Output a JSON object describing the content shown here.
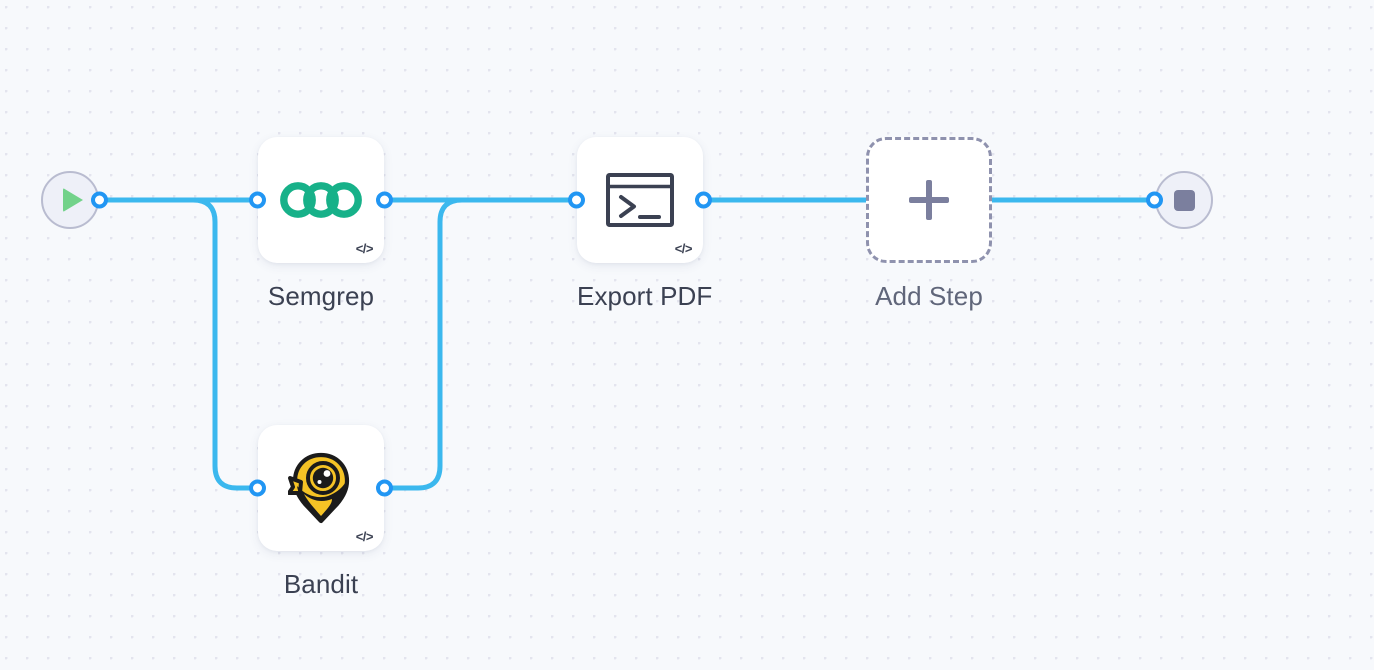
{
  "canvas": {
    "background_color": "#f7f9fc",
    "dot_color": "#e3e4ee",
    "edge_color": "#3bb8ee",
    "port_color": "#2196f3"
  },
  "start_node": {
    "name": "start",
    "icon": "play-icon",
    "icon_color": "#72d28a",
    "fill": "#eef0f8",
    "border": "#b9bcd0"
  },
  "end_node": {
    "name": "end",
    "icon": "stop-icon",
    "icon_color": "#7b7f9e",
    "fill": "#eef0f8",
    "border": "#b9bcd0"
  },
  "steps": [
    {
      "id": "semgrep",
      "label": "Semgrep",
      "icon": "semgrep-logo-icon",
      "icon_color": "#17b189",
      "badge": "</>",
      "badge_icon": "code-badge-icon",
      "has_input_port": true,
      "has_output_port": true
    },
    {
      "id": "bandit",
      "label": "Bandit",
      "icon": "bandit-logo-icon",
      "icon_color": "#f5c325",
      "badge": "</>",
      "badge_icon": "code-badge-icon",
      "has_input_port": true,
      "has_output_port": true
    },
    {
      "id": "export-pdf",
      "label": "Export PDF",
      "icon": "terminal-icon",
      "icon_color": "#3b4152",
      "badge": "</>",
      "badge_icon": "code-badge-icon",
      "has_input_port": true,
      "has_output_port": true
    },
    {
      "id": "add-step",
      "label": "Add Step",
      "icon": "plus-icon",
      "icon_color": "#7b7f9e",
      "badge": "",
      "has_input_port": false,
      "has_output_port": false
    }
  ],
  "edges": [
    {
      "from": "start",
      "to": "semgrep"
    },
    {
      "from": "start",
      "to": "bandit"
    },
    {
      "from": "semgrep",
      "to": "export-pdf"
    },
    {
      "from": "bandit",
      "to": "export-pdf"
    },
    {
      "from": "export-pdf",
      "to": "add-step"
    },
    {
      "from": "add-step",
      "to": "end"
    }
  ]
}
